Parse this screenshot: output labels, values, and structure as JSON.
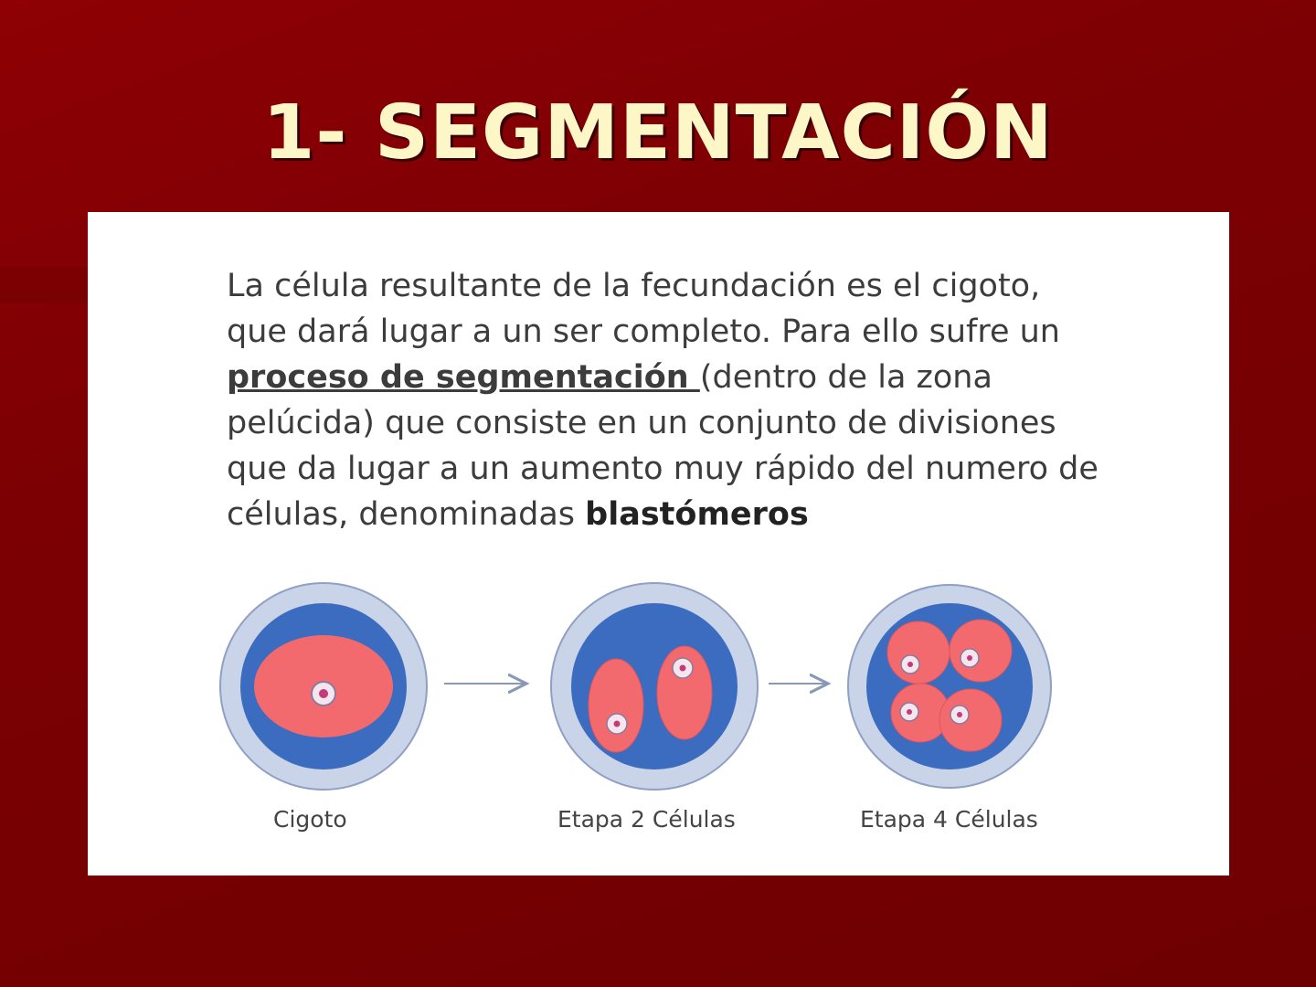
{
  "slide": {
    "title": "1- SEGMENTACIÓN",
    "paragraph": {
      "intro": "La célula resultante de la fecundación es el cigoto, que dará lugar a un ser completo. Para ello sufre un ",
      "highlight": "proceso de segmentación ",
      "middle": "(dentro de la zona pelúcida) que consiste en un conjunto de divisiones que da lugar a un aumento muy rápido del numero de células, denominadas ",
      "bold_end": "blastómeros"
    },
    "diagram": {
      "stages": [
        {
          "caption": "Cigoto"
        },
        {
          "caption": "Etapa 2 Células"
        },
        {
          "caption": "Etapa 4 Células"
        }
      ]
    }
  },
  "colors": {
    "background": "#7c0003",
    "title": "#fdf6c6",
    "zona_pelucida": "#c9d4e8",
    "cytoplasm": "#3b6cc0",
    "cell": "#f26a6e"
  }
}
